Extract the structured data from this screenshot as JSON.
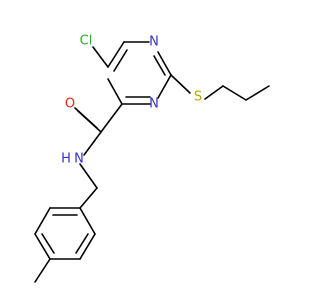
{
  "molecule": {
    "atoms": {
      "cl": {
        "label": "Cl",
        "color": "#33aa33"
      },
      "n_ring_top": {
        "label": "N",
        "color": "#3333cc"
      },
      "n_ring_bottom": {
        "label": "N",
        "color": "#3333cc"
      },
      "o": {
        "label": "O",
        "color": "#ee2200"
      },
      "n_amide": {
        "label": "N",
        "color": "#3333cc"
      },
      "h_amide": {
        "label": "H",
        "color": "#3333cc"
      },
      "s": {
        "label": "S",
        "color": "#aaaa00"
      }
    },
    "bond_color": "#000000"
  }
}
